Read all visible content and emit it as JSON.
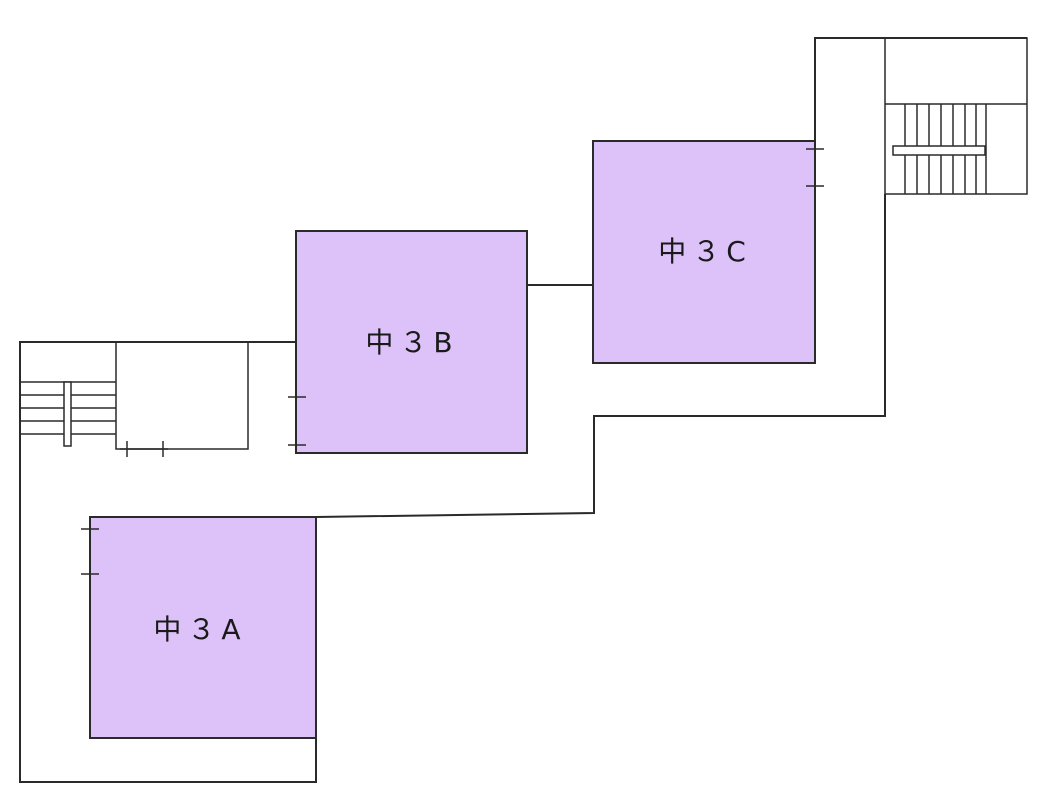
{
  "colors": {
    "room_fill": "#dcc2f9",
    "line": "#2a2a2a",
    "background": "#ffffff"
  },
  "rooms": [
    {
      "id": "3A",
      "label": "中３A"
    },
    {
      "id": "3B",
      "label": "中３B"
    },
    {
      "id": "3C",
      "label": "中３C"
    }
  ],
  "icons": {
    "stairs_left": "stairs-icon",
    "stairs_right": "stairs-icon"
  }
}
